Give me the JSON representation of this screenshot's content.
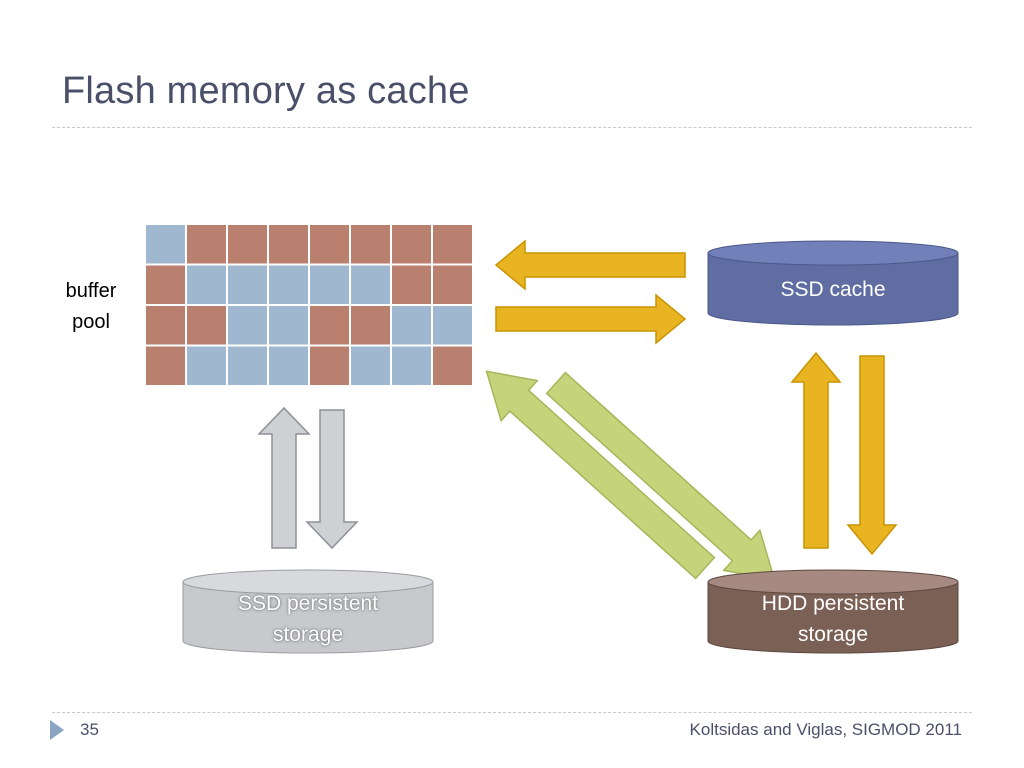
{
  "slide": {
    "title": "Flash memory as cache",
    "page_number": "35",
    "credit": "Koltsidas and Viglas, SIGMOD 2011"
  },
  "buffer_pool": {
    "label_line1": "buffer",
    "label_line2": "pool",
    "colors": {
      "b": "#9fb7cf",
      "r": "#b97f6f"
    },
    "grid": [
      [
        "b",
        "r",
        "r",
        "r",
        "r",
        "r",
        "r",
        "r"
      ],
      [
        "r",
        "b",
        "b",
        "b",
        "b",
        "b",
        "r",
        "r"
      ],
      [
        "r",
        "r",
        "b",
        "b",
        "r",
        "r",
        "b",
        "b"
      ],
      [
        "r",
        "b",
        "b",
        "b",
        "r",
        "b",
        "b",
        "r"
      ]
    ]
  },
  "storage": {
    "ssd_cache": {
      "line1": "SSD cache",
      "line2": "",
      "color": "#5f6da3"
    },
    "ssd_persistent": {
      "line1": "SSD persistent",
      "line2": "storage",
      "color": "#c8c9cc"
    },
    "hdd_persistent": {
      "line1": "HDD persistent",
      "line2": "storage",
      "color": "#7b6055"
    }
  },
  "arrow_colors": {
    "ssd_cache_arrows": "#e9b422",
    "ssd_persistent_arrows": "#cfd0d4",
    "hdd_buffer_arrows": "#c5d47a"
  }
}
